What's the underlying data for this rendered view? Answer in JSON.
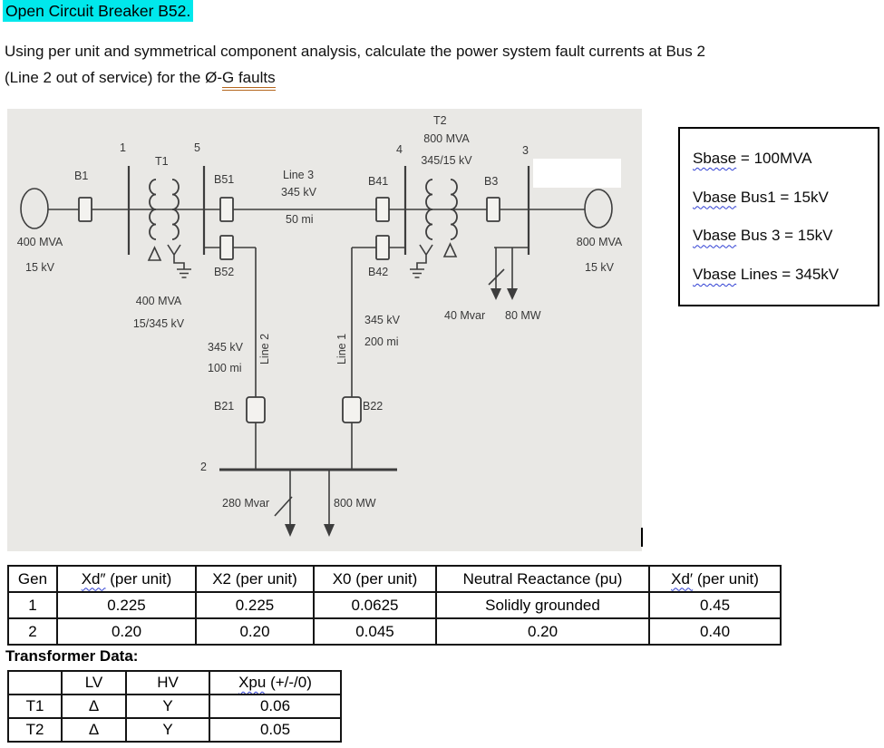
{
  "colors": {
    "highlight": "#00e8ec",
    "squiggle": "#2f3fd3",
    "orange": "#b5671f",
    "panel-bg": "#e9e8e5",
    "line": "#3d3d3d"
  },
  "header": {
    "title": "Open Circuit Breaker B52.",
    "line1": "Using per unit and symmetrical component analysis, calculate the power system fault currents at Bus 2",
    "line2_pre": "(Line 2 out of service) for the Ø-",
    "line2_underlined": "G  faults"
  },
  "base_box": {
    "items": [
      {
        "wavy": "Sbase",
        "rest": " = 100MVA"
      },
      {
        "wavy": "Vbase",
        "rest": " Bus1 = 15kV"
      },
      {
        "wavy": "Vbase",
        "rest": " Bus 3 = 15kV"
      },
      {
        "wavy": "Vbase",
        "rest": " Lines = 345kV"
      }
    ]
  },
  "diagram": {
    "bus1": "1",
    "bus2": "2",
    "bus3": "3",
    "bus4": "4",
    "bus5": "5",
    "t1": "T1",
    "t2": "T2",
    "b1": "B1",
    "b51": "B51",
    "b52": "B52",
    "b41": "B41",
    "b42": "B42",
    "b3": "B3",
    "b21": "B21",
    "b22": "B22",
    "g1_mva": "400 MVA",
    "g1_kv": "15 kV",
    "g2_mva": "800 MVA",
    "g2_kv": "15 kV",
    "t1_mva": "400 MVA",
    "t1_kv": "15/345 kV",
    "t2_mva": "800 MVA",
    "t2_kv": "345/15 kV",
    "line3_name": "Line 3",
    "line3_kv": "345 kV",
    "line3_mi": "50 mi",
    "line2_name": "Line 2",
    "line2_kv": "345 kV",
    "line2_mi": "100 mi",
    "line1_name": "Line 1",
    "line1_kv": "345 kV",
    "line1_mi": "200 mi",
    "bus3_load_mvar": "40 Mvar",
    "bus3_load_mw": "80 MW",
    "bus2_load_mvar": "280 Mvar",
    "bus2_load_mw": "800 MW"
  },
  "gen_table": {
    "headers": [
      {
        "wavy": "",
        "rest": "Gen"
      },
      {
        "wavy": "Xd″",
        "rest": " (per unit)"
      },
      {
        "wavy": "",
        "rest": "X2 (per unit)"
      },
      {
        "wavy": "",
        "rest": "X0 (per unit)"
      },
      {
        "wavy": "",
        "rest": "Neutral Reactance (pu)"
      },
      {
        "wavy": "Xd′",
        "rest": " (per unit)"
      }
    ],
    "rows": [
      [
        "1",
        "0.225",
        "0.225",
        "0.0625",
        "Solidly grounded",
        "0.45"
      ],
      [
        "2",
        "0.20",
        "0.20",
        "0.045",
        "0.20",
        "0.40"
      ]
    ]
  },
  "transformer_heading": "Transformer Data:",
  "transformer_table": {
    "headers": [
      {
        "wavy": "",
        "rest": ""
      },
      {
        "wavy": "",
        "rest": "LV"
      },
      {
        "wavy": "",
        "rest": "HV"
      },
      {
        "wavy": "Xpu",
        "rest": " (+/-/0)"
      }
    ],
    "rows": [
      [
        "T1",
        "Δ",
        "Y",
        "0.06"
      ],
      [
        "T2",
        "Δ",
        "Y",
        "0.05"
      ]
    ]
  }
}
